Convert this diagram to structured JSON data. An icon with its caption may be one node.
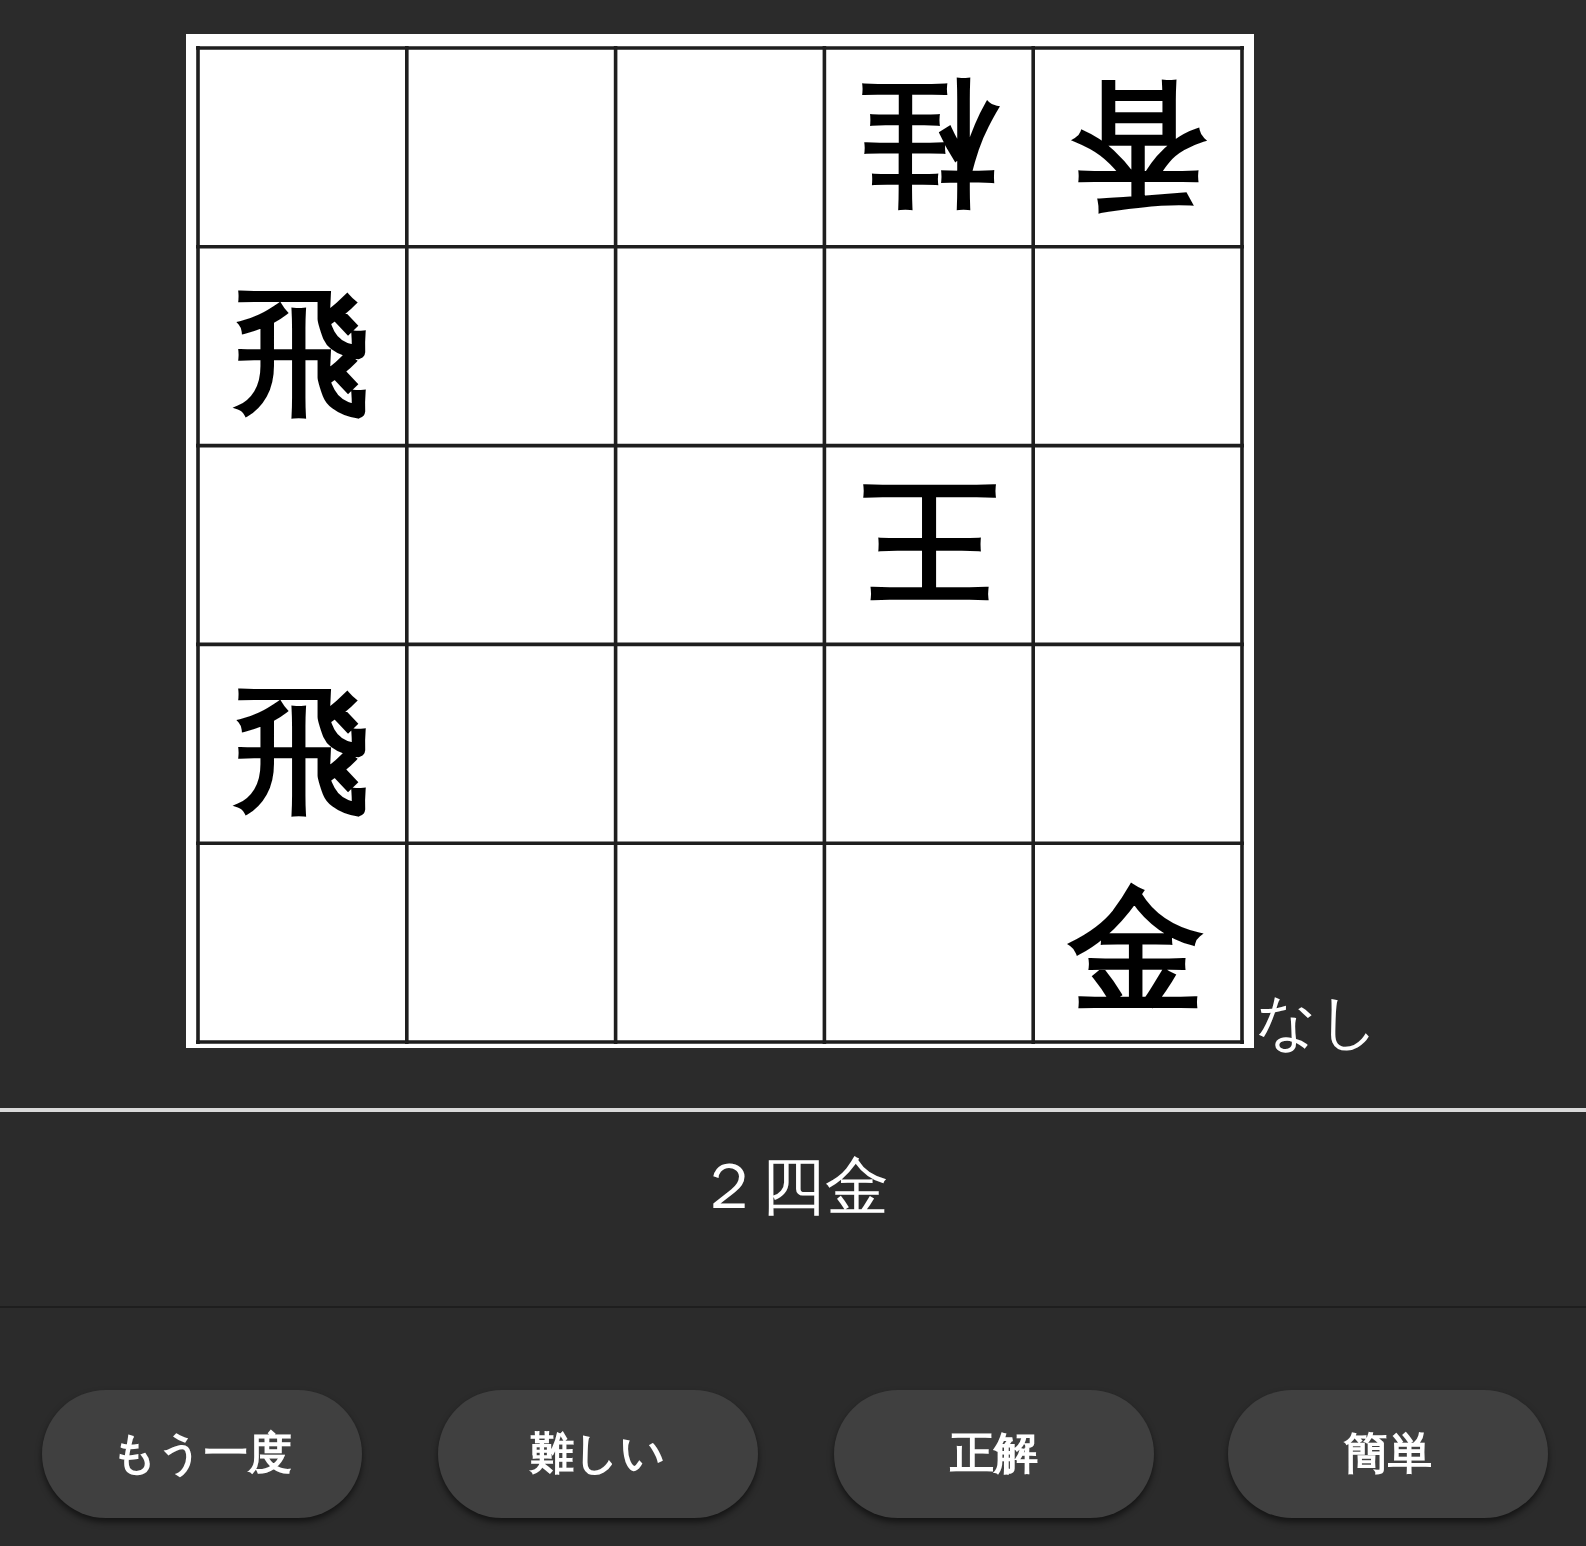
{
  "diagram": {
    "labels": [
      "桂",
      "香",
      "飛",
      "王",
      "飛",
      "金",
      "なし",
      "２四金",
      "もう一度",
      "難しい",
      "正解",
      "簡単"
    ]
  }
}
